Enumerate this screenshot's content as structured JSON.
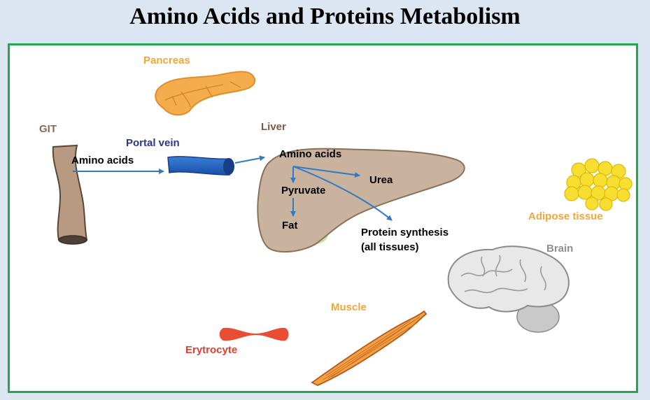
{
  "title": "Amino Acids and Proteins Metabolism",
  "labels": {
    "pancreas": "Pancreas",
    "git": "GIT",
    "amino_acids_git": "Amino acids",
    "portal_vein": "Portal vein",
    "liver": "Liver",
    "amino_acids_liver": "Amino acids",
    "urea": "Urea",
    "pyruvate": "Pyruvate",
    "fat": "Fat",
    "protein_synthesis_1": "Protein synthesis",
    "protein_synthesis_2": "(all tissues)",
    "adipose": "Adipose tissue",
    "brain": "Brain",
    "muscle": "Muscle",
    "erytrocyte": "Erytrocyte"
  },
  "colors": {
    "background": "#dce6f2",
    "panel_border": "#1fa84e",
    "arrow": "#2f7cc4",
    "organ_label_orange": "#f0a73a",
    "git_label": "#8a6a4f",
    "portal_label": "#2b3590",
    "liver_label": "#7a5c45",
    "brain_label": "#8f8f8f",
    "erytrocyte_label": "#e0402f"
  }
}
